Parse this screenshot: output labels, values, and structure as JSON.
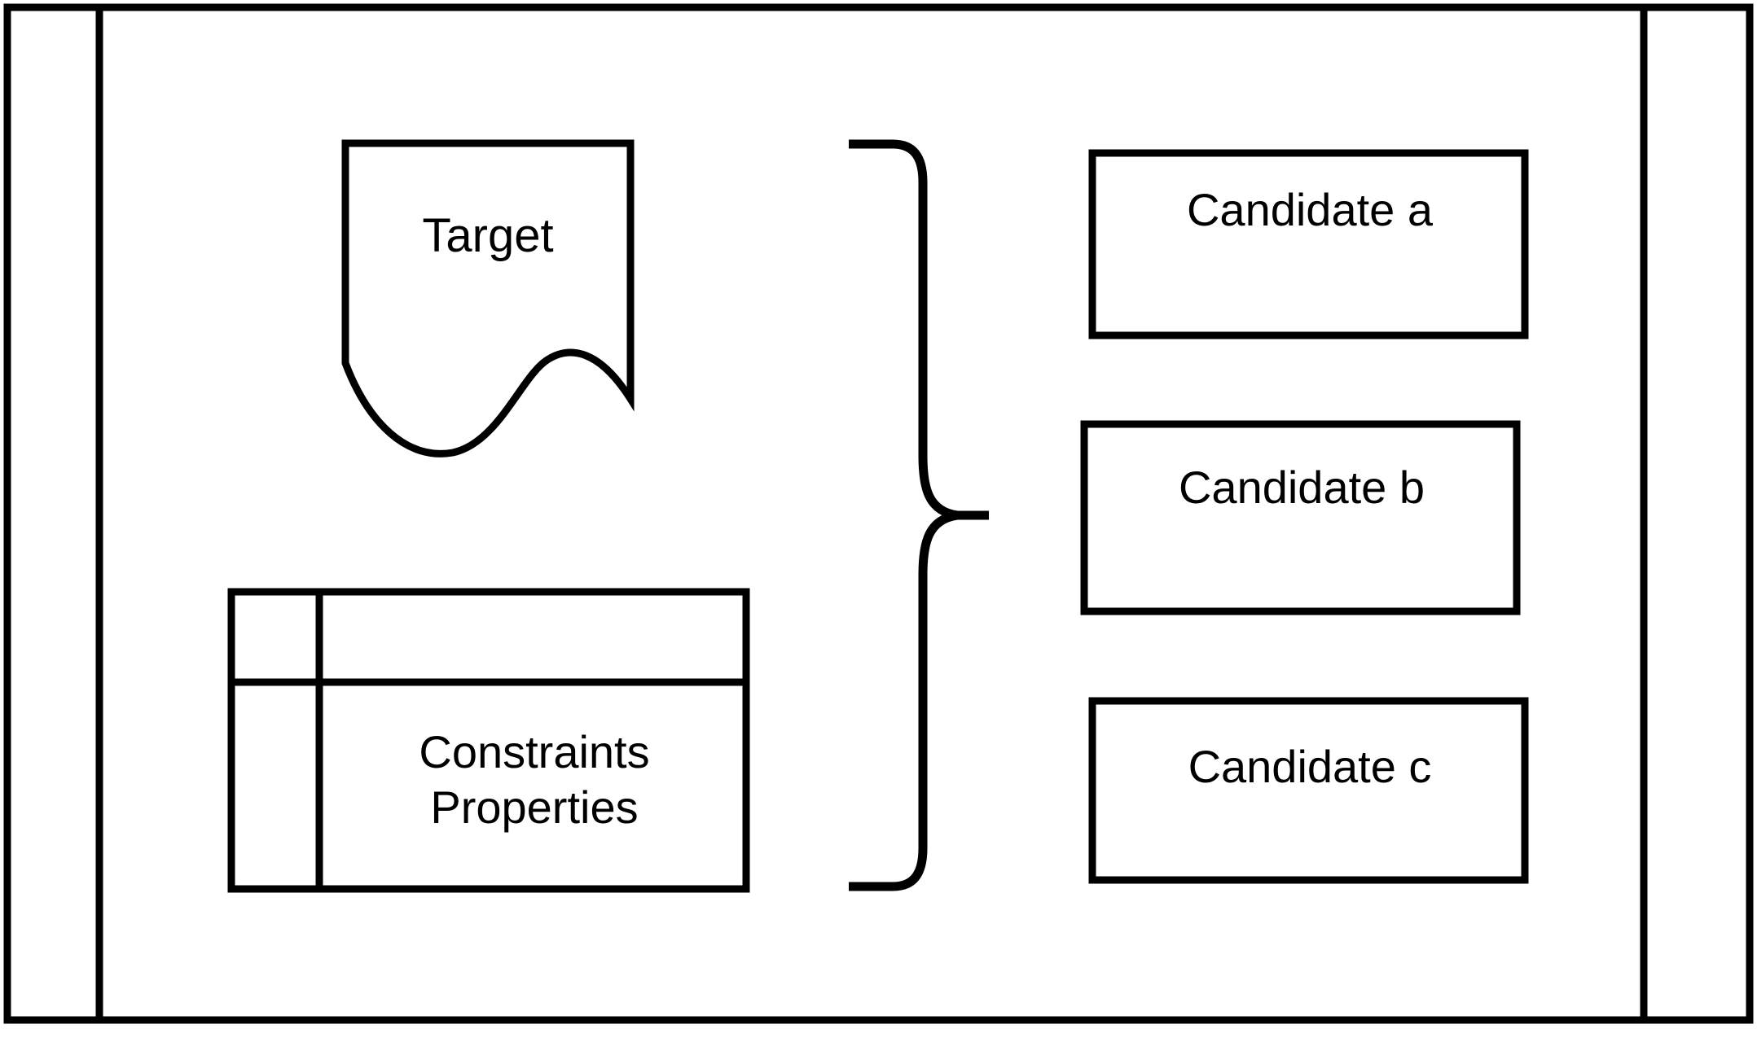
{
  "diagram": {
    "type": "matching-diagram",
    "stroke_color": "#000000",
    "background_color": "#ffffff",
    "frame": {
      "name": "outer-frame",
      "left_gutter_label": "",
      "right_gutter_label": ""
    },
    "target": {
      "shape": "document",
      "label": "Target"
    },
    "constraints_table": {
      "shape": "table",
      "columns": 2,
      "rows": 2,
      "cells": [
        {
          "row": 0,
          "col": 0,
          "text": ""
        },
        {
          "row": 0,
          "col": 1,
          "text": ""
        },
        {
          "row": 1,
          "col": 0,
          "text": ""
        },
        {
          "row": 1,
          "col": 1,
          "text": "Constraints\nProperties"
        }
      ],
      "label": "Constraints\nProperties"
    },
    "connector": {
      "name": "curly-brace",
      "orientation": "left-facing",
      "description": "brace grouping Target and Constraints/Properties pointing toward candidates"
    },
    "candidates": [
      {
        "id": "a",
        "line1": "Candidate",
        "line2": "a",
        "label": "Candidate a"
      },
      {
        "id": "b",
        "line1": "Candidate",
        "line2": "b",
        "label": "Candidate b"
      },
      {
        "id": "c",
        "line1": "Candidate",
        "line2": "c",
        "label": "Candidate c"
      }
    ]
  }
}
